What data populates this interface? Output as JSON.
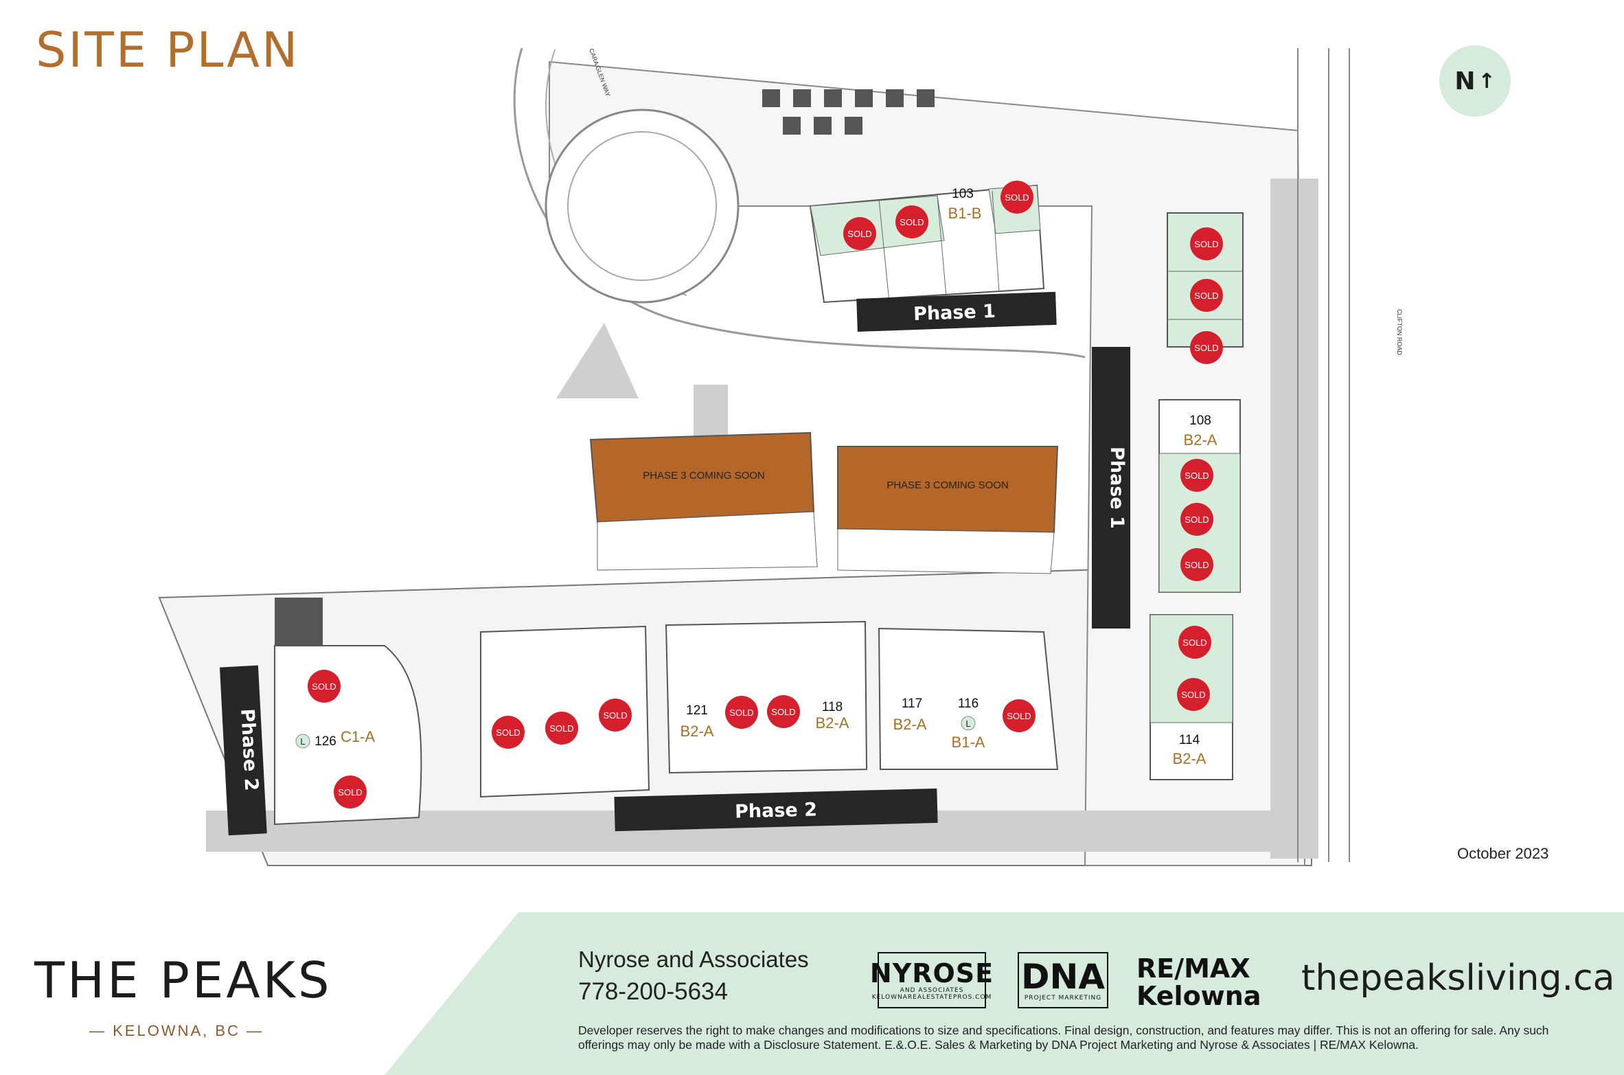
{
  "title": "SITE PLAN",
  "north_label": "N",
  "date": "October 2023",
  "streets": {
    "west": "CARA GLEN WAY",
    "east": "CLIFTON ROAD"
  },
  "phases": {
    "p1a": "Phase 1",
    "p1b": "Phase 1",
    "p2a": "Phase 2",
    "p2b": "Phase 2"
  },
  "coming_soon": {
    "left": "PHASE 3 COMING SOON",
    "right": "PHASE 3 COMING SOON"
  },
  "sold_label": "SOLD",
  "units": {
    "u103": {
      "number": "103",
      "type": "B1-B"
    },
    "u108": {
      "number": "108",
      "type": "B2-A"
    },
    "u114": {
      "number": "114",
      "type": "B2-A"
    },
    "u116": {
      "number": "116",
      "type": "B1-A"
    },
    "u117": {
      "number": "117",
      "type": "B2-A"
    },
    "u118": {
      "number": "118",
      "type": "B2-A"
    },
    "u121": {
      "number": "121",
      "type": "B2-A"
    },
    "u126": {
      "number": "126",
      "type": "C1-A"
    }
  },
  "l_badge": "L",
  "colors": {
    "sold": "#d61f2c",
    "phase3": "#b5672a",
    "sold_lot": "#d6eddb",
    "title": "#b26f2c",
    "footer": "#d7ebdc"
  },
  "footer": {
    "brand": "THE PEAKS",
    "brand_sub": "— KELOWNA, BC —",
    "agent": "Nyrose and Associates",
    "phone": "778-200-5634",
    "logos": {
      "nyrose": "NYROSE",
      "nyrose_sub": "AND ASSOCIATES",
      "nyrose_url": "KELOWNAREALESTATEPROS.COM",
      "dna": "DNA",
      "dna_sub": "PROJECT MARKETING",
      "remax_1": "RE/MAX",
      "remax_2": "Kelowna"
    },
    "website": "thepeaksliving.ca",
    "disclaimer": "Developer reserves the right to make changes and modifications to size and specifications. Final design, construction, and features may differ. This is not an offering for sale. Any such offerings may only be made with a Disclosure Statement. E.&.O.E. Sales & Marketing by DNA Project Marketing and Nyrose & Associates | RE/MAX Kelowna."
  }
}
